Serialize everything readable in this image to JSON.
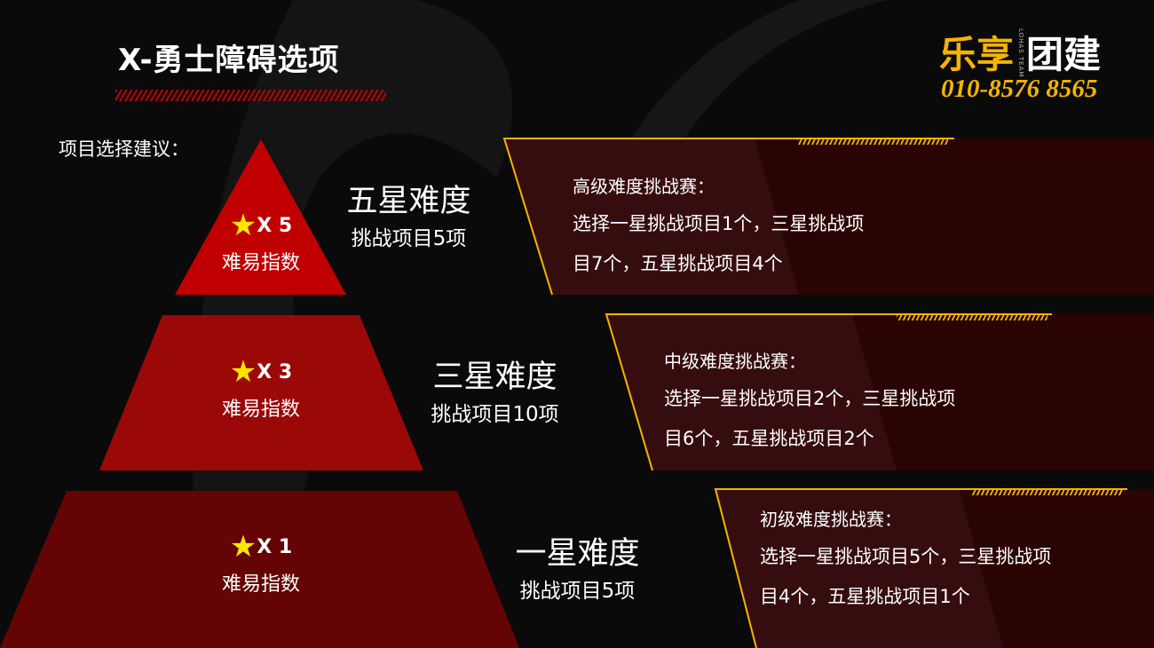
{
  "title": "X-勇士障碍选项",
  "logo": {
    "brand_cn": "乐享",
    "brand_en": "LOHAS TEAM",
    "suffix": "团建",
    "phone": "010-8576 8565"
  },
  "subtitle": "项目选择建议：",
  "colors": {
    "accent": "#f5b400",
    "tier1": "#c00000",
    "tier2": "#9b0808",
    "tier3": "#640404"
  },
  "tiers": [
    {
      "stars": "X 5",
      "index_label": "难易指数",
      "heading": "五星难度",
      "count": "挑战项目5项",
      "panel_title": "高级难度挑战赛：",
      "panel_line1": "选择一星挑战项目1个，三星挑战项",
      "panel_line2": "目7个，五星挑战项目4个"
    },
    {
      "stars": "X 3",
      "index_label": "难易指数",
      "heading": "三星难度",
      "count": "挑战项目10项",
      "panel_title": "中级难度挑战赛：",
      "panel_line1": "选择一星挑战项目2个，三星挑战项",
      "panel_line2": "目6个，五星挑战项目2个"
    },
    {
      "stars": "X 1",
      "index_label": "难易指数",
      "heading": "一星难度",
      "count": "挑战项目5项",
      "panel_title": "初级难度挑战赛：",
      "panel_line1": "选择一星挑战项目5个，三星挑战项",
      "panel_line2": "目4个，五星挑战项目1个"
    }
  ]
}
